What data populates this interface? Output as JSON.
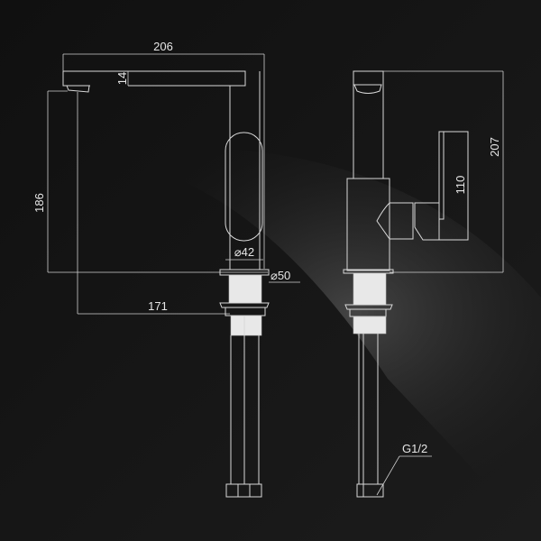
{
  "drawing": {
    "title": "Faucet dimension drawing",
    "dimensions": {
      "spout_length": "206",
      "spout_thickness": "14",
      "spout_height": "186",
      "reach": "171",
      "body_diameter": "⌀42",
      "base_diameter": "⌀50",
      "total_height": "207",
      "handle_height": "110",
      "connection_thread": "G1/2"
    },
    "colors": {
      "background": "#141414",
      "lines": "#d8d8d8",
      "highlight": "#5a5a5a"
    }
  }
}
